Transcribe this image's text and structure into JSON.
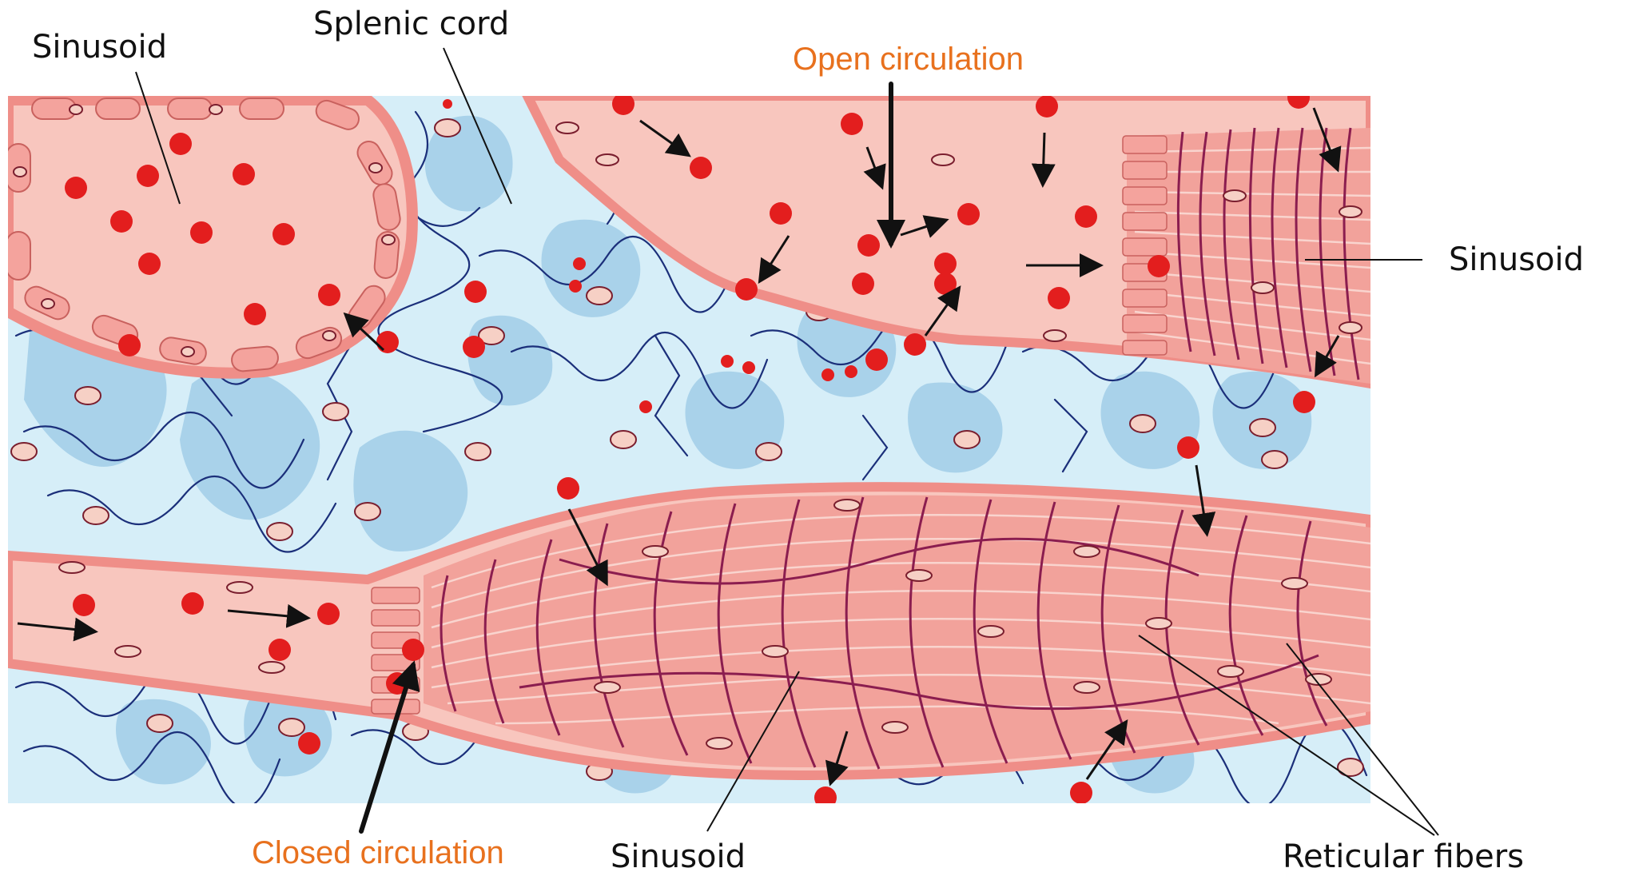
{
  "labels": {
    "sinusoid_top_left": "Sinusoid",
    "splenic_cord": "Splenic cord",
    "open_circulation": "Open circulation",
    "sinusoid_right": "Sinusoid",
    "closed_circulation": "Closed circulation",
    "sinusoid_bottom": "Sinusoid",
    "reticular_fibers": "Reticular fibers"
  },
  "colors": {
    "accent_label": "#E8711E",
    "label_text": "#111111",
    "cord_background": "#D6EEF8",
    "reticular_cell": "#A9D2EA",
    "reticular_fiber_cord": "#1B2F7A",
    "sinusoid_lumen": "#F8C6BE",
    "sinusoid_wall": "#EF8E88",
    "endothelial_nucleus": "#B8E0EE",
    "fiber_band": "#8B1D4F",
    "red_blood_cell": "#E31E1E",
    "arrow": "#111111"
  },
  "icons": {
    "cell_glyph": "red-blood-cell-dot",
    "arrow_glyph": "flow-arrow"
  }
}
